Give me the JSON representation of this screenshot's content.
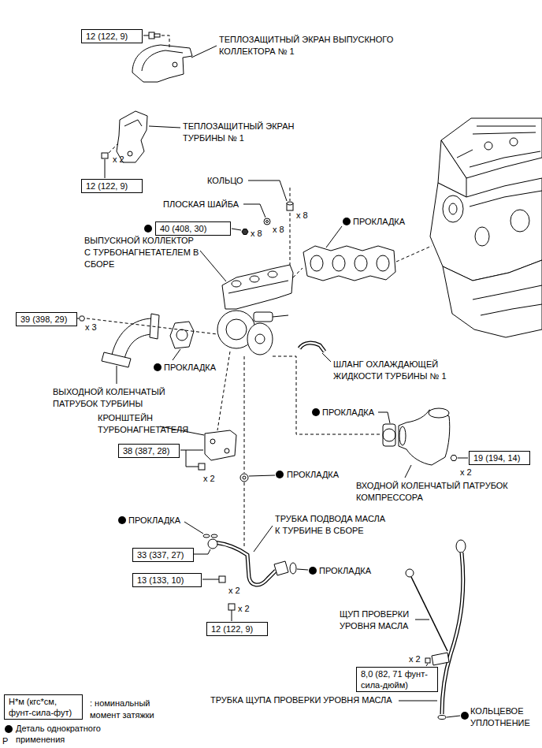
{
  "diagram": {
    "nodes": [
      {
        "text": [
          "12 (122, 9)"
        ]
      },
      {
        "text": [
          "12 (122, 9)"
        ]
      },
      {
        "text": [
          "40 (408, 30)"
        ]
      },
      {
        "text": [
          "39 (398, 29)"
        ]
      },
      {
        "text": [
          "38 (387, 28)"
        ]
      },
      {
        "text": [
          "19 (194, 14)"
        ]
      },
      {
        "text": [
          "33 (337, 27)"
        ]
      },
      {
        "text": [
          "13 (133, 10)"
        ]
      },
      {
        "text": [
          "12 (122, 9)"
        ]
      },
      {
        "text": [
          "8,0 (82, 71 фунт-сила-дюйм)"
        ]
      },
      {
        "text": [
          "Н*м (кгс*см, фунт-сила-фут)"
        ]
      }
    ],
    "labels": [
      "ТЕПЛОЗАЩИТНЫЙ ЭКРАН ВЫПУСКНОГО КОЛЛЕКТОРА № 1",
      "x 2",
      "ТЕПЛОЗАЩИТНЫЙ ЭКРАН ТУРБИНЫ № 1",
      "КОЛЬЦО",
      "ПЛОСКАЯ ШАЙБА",
      "x 8",
      "x 8",
      "x 8",
      "ПРОКЛАДКА",
      "ВЫПУСКНОЙ КОЛЛЕКТОР С ТУРБОНАГНЕТАТЕЛЕМ В СБОРЕ",
      "x 3",
      "ПРОКЛАДКА",
      "ШЛАНГ ОХЛАЖДАЮЩЕЙ ЖИДКОСТИ ТУРБИНЫ № 1",
      "ВЫХОДНОЙ КОЛЕНЧАТЫЙ ПАТРУБОК ТУРБИНЫ",
      "ПРОКЛАДКА",
      "КРОНШТЕЙН ТУРБОНАГНЕТАТЕЛЯ",
      "x 2",
      "x 2",
      "ПРОКЛАДКА",
      "ВХОДНОЙ КОЛЕНЧАТЫЙ ПАТРУБОК КОМПРЕССОРА",
      "ПРОКЛАДКА",
      "ТРУБКА ПОДВОДА МАСЛА К ТУРБИНЕ В СБОРЕ",
      "ПРОКЛАДКА",
      "x 2",
      "x 2",
      "ЩУП ПРОВЕРКИ УРОВНЯ МАСЛА",
      "x 2",
      "ТРУБКА ЩУПА ПРОВЕРКИ УРОВНЯ МАСЛА",
      "КОЛЬЦЕВОЕ УПЛОТНЕНИЕ",
      "P"
    ],
    "legend": [
      {
        "text": ": номинальный момент затяжки"
      },
      {
        "text": "Деталь однократного применения",
        "color": "#000000"
      }
    ]
  }
}
